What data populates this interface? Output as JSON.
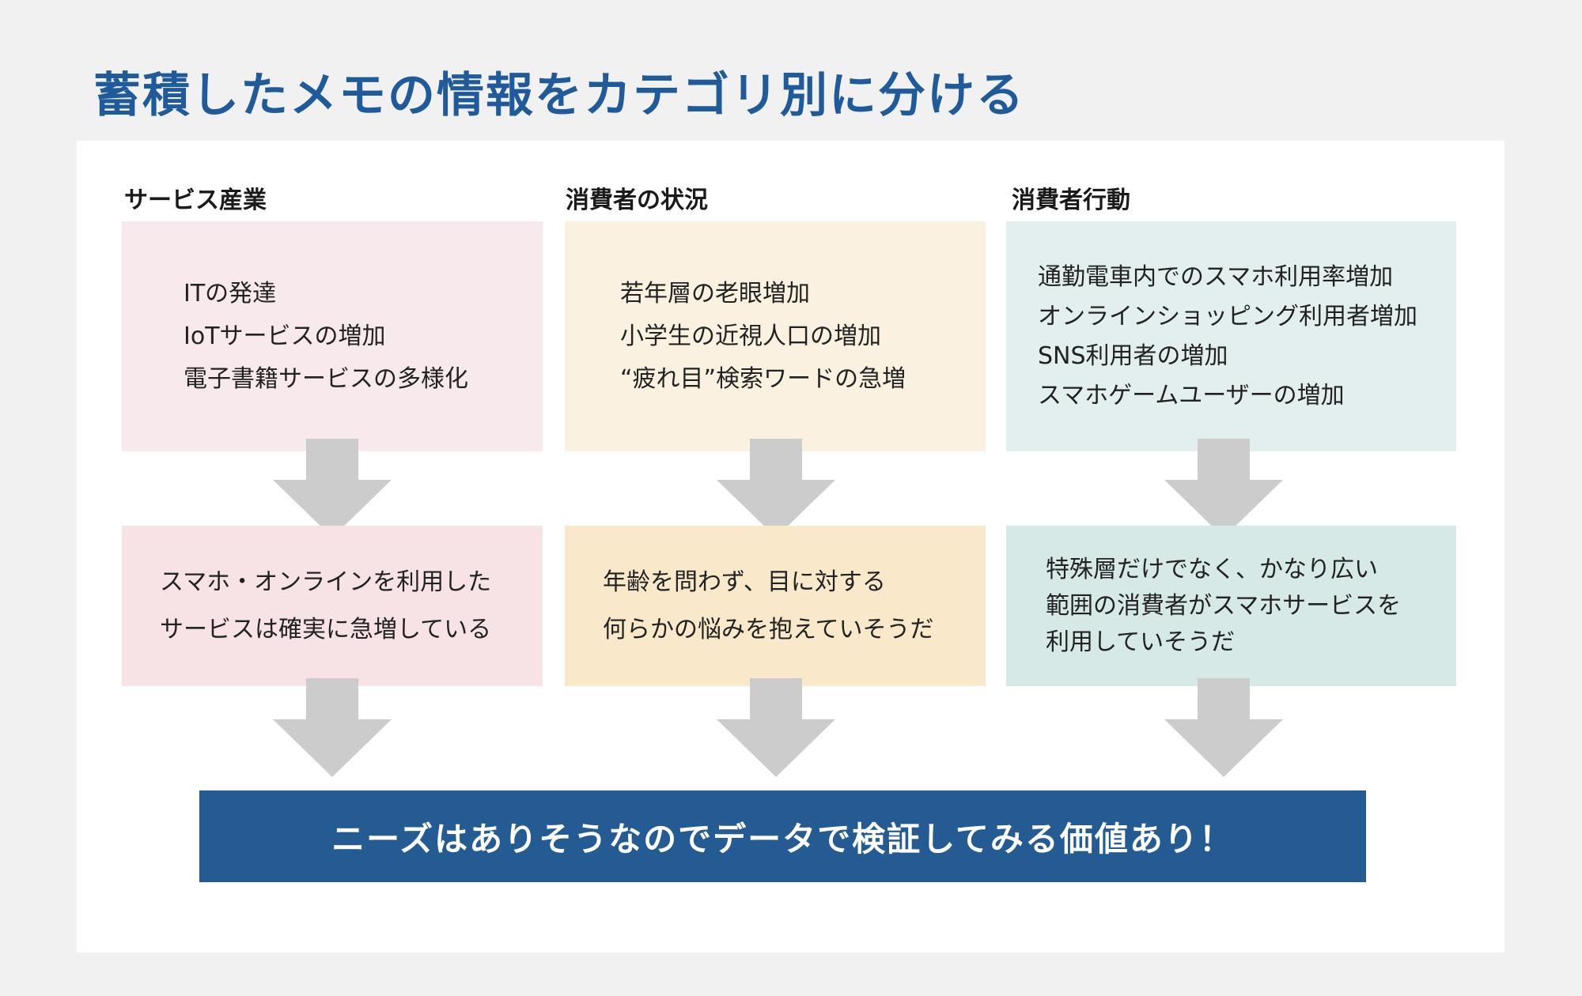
{
  "title": "蓄積したメモの情報をカテゴリ別に分ける",
  "colors": {
    "title": "#1f5b9a",
    "arrow": "#cccccc",
    "conclusion_bg": "#245b93",
    "col1_top": "#f7e9ec",
    "col1_bottom": "#f7e2e6",
    "col2_top": "#fbf1e1",
    "col2_bottom": "#f9e8c9",
    "col3_top": "#e3efef",
    "col3_bottom": "#d6e9e7"
  },
  "icons": [
    "down-arrow-icon"
  ],
  "columns": [
    {
      "heading": "サービス産業",
      "items": [
        "ITの発達",
        "IoTサービスの増加",
        "電子書籍サービスの多様化"
      ],
      "insight": [
        "スマホ・オンラインを利用した",
        "サービスは確実に急増している"
      ]
    },
    {
      "heading": "消費者の状況",
      "items": [
        "若年層の老眼増加",
        "小学生の近視人口の増加",
        "“疲れ目”検索ワードの急増"
      ],
      "insight": [
        "年齢を問わず、目に対する",
        "何らかの悩みを抱えていそうだ"
      ]
    },
    {
      "heading": "消費者行動",
      "items": [
        "通勤電車内でのスマホ利用率増加",
        "オンラインショッピング利用者増加",
        "SNS利用者の増加",
        "スマホゲームユーザーの増加"
      ],
      "insight": [
        "特殊層だけでなく、かなり広い",
        "範囲の消費者がスマホサービスを",
        "利用していそうだ"
      ]
    }
  ],
  "conclusion": "ニーズはありそうなのでデータで検証してみる価値あり！"
}
